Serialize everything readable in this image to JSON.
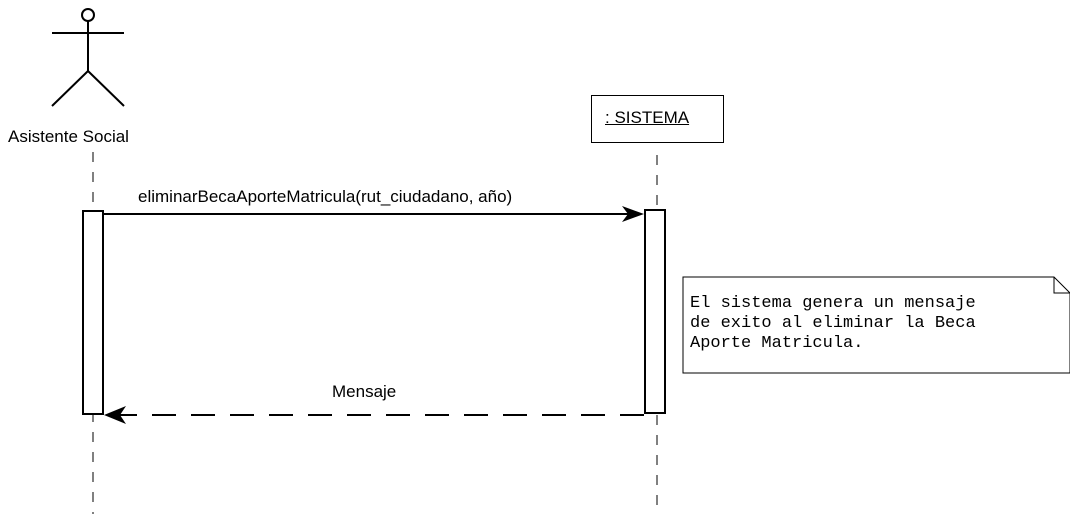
{
  "actor": {
    "name": "Asistente Social",
    "icon": "stick-figure-icon"
  },
  "object": {
    "name": ": SISTEMA"
  },
  "messages": {
    "call": "eliminarBecaAporteMatricula(rut_ciudadano, año)",
    "return": "Mensaje"
  },
  "note": {
    "lines": [
      "El sistema genera un mensaje",
      "de exito al eliminar la Beca",
      "Aporte Matricula."
    ]
  },
  "colors": {
    "line": "#000000",
    "background": "#ffffff"
  }
}
